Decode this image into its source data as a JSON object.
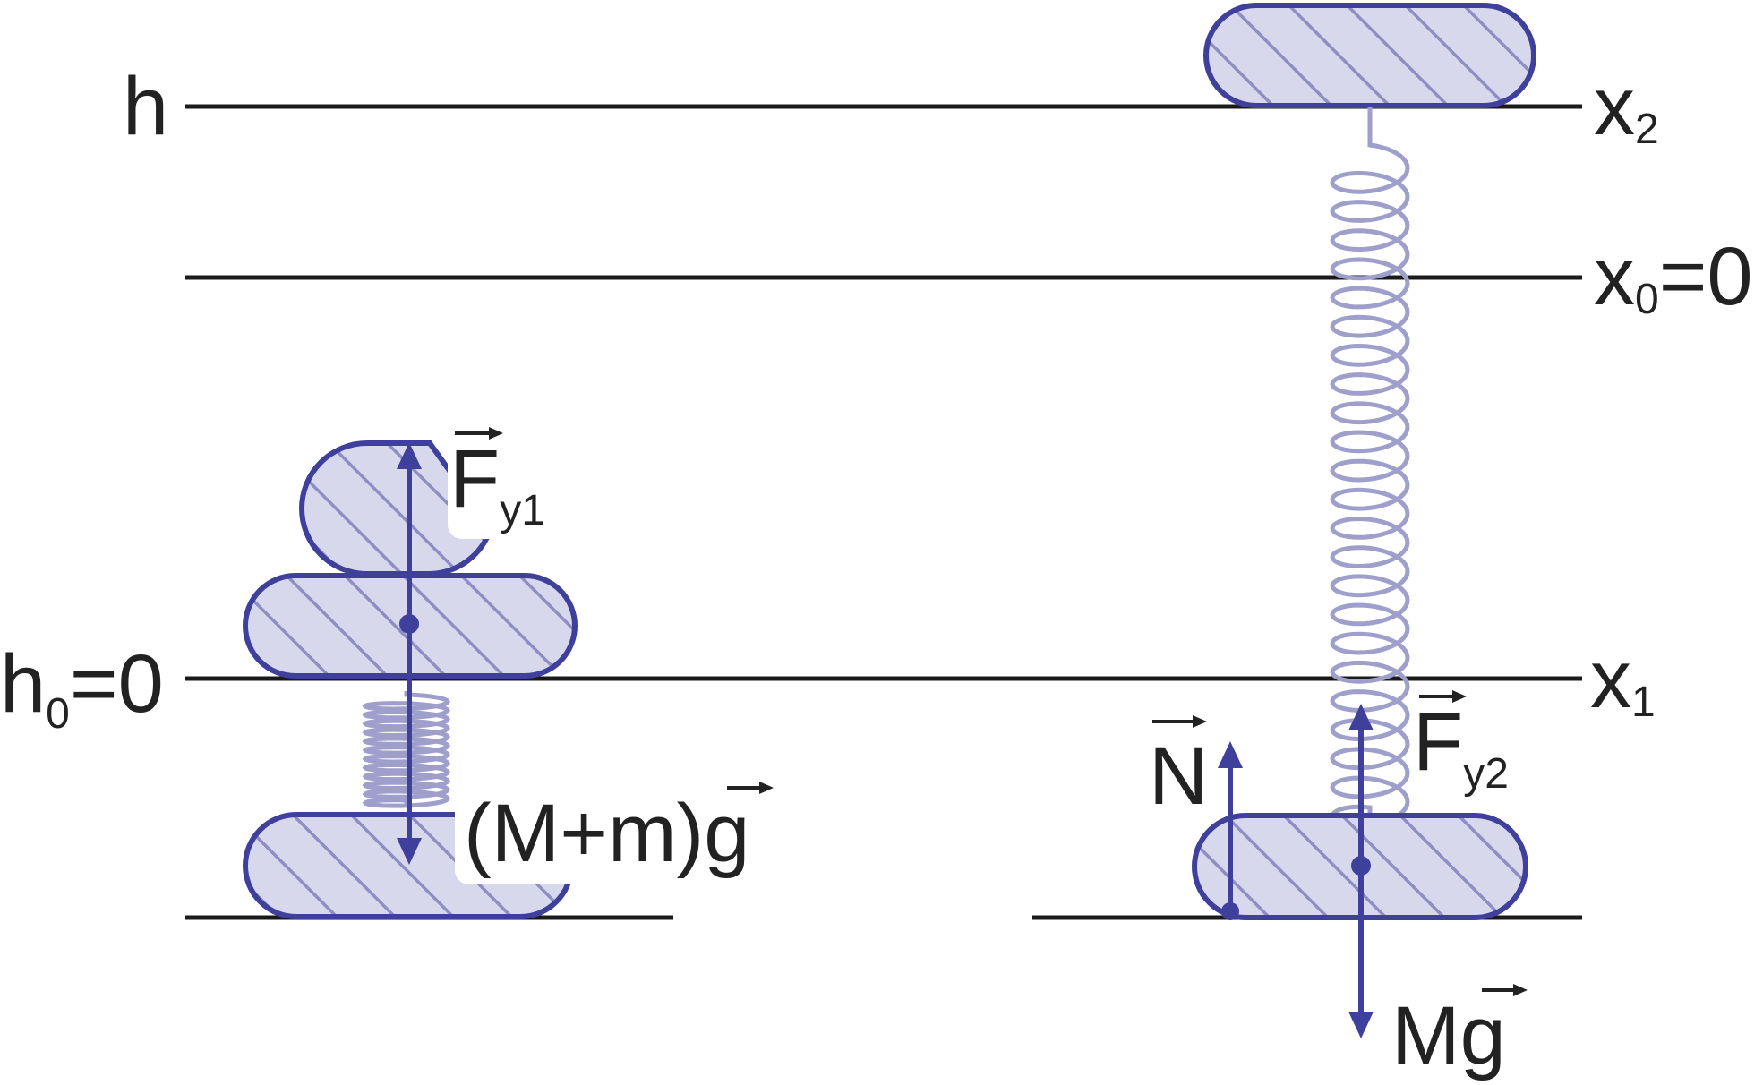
{
  "labels": {
    "h": "h",
    "h0": "h",
    "h0_sub": "0",
    "h0_eq": "=0",
    "x2": "x",
    "x2_sub": "2",
    "x0": "x",
    "x0_sub": "0",
    "x0_eq": "=0",
    "x1": "x",
    "x1_sub": "1",
    "Fy1": "F",
    "Fy1_sub": "y1",
    "Mmg": "(M+m)g",
    "N": "N",
    "Fy2": "F",
    "Fy2_sub": "y2",
    "Mg": "Mg"
  },
  "colors": {
    "body_stroke": "#3f3f9c",
    "body_fill": "#d8d8ec",
    "hatch": "#8e8ec4",
    "spring": "#9f9fcc",
    "force": "#3f3f9c",
    "lines": "#1a1a1a"
  }
}
